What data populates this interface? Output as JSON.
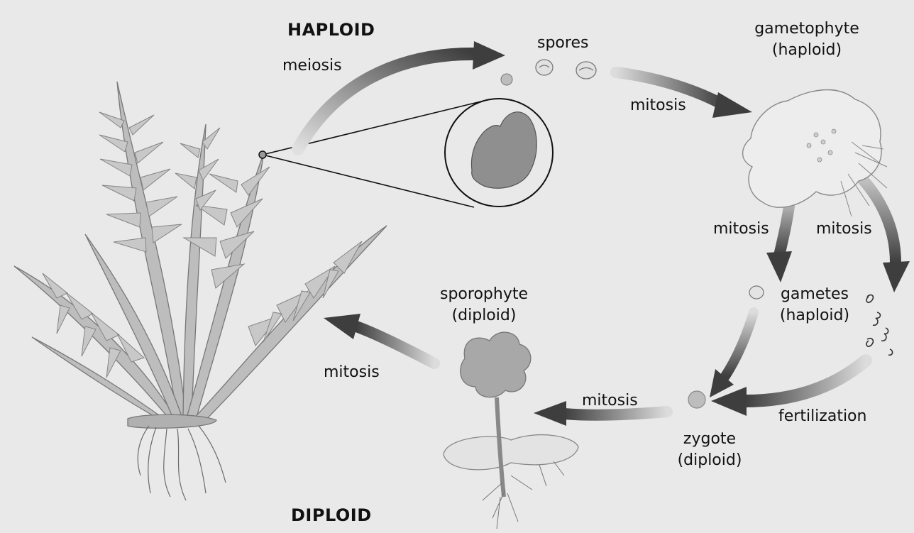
{
  "phases": {
    "haploid": "HAPLOID",
    "diploid": "DIPLOID"
  },
  "stages": {
    "spores": "spores",
    "gametophyte": {
      "name": "gametophyte",
      "ploidy": "(haploid)"
    },
    "gametes": {
      "name": "gametes",
      "ploidy": "(haploid)"
    },
    "zygote": {
      "name": "zygote",
      "ploidy": "(diploid)"
    },
    "sporophyte": {
      "name": "sporophyte",
      "ploidy": "(diploid)"
    }
  },
  "processes": {
    "meiosis": "meiosis",
    "mitosis_spores": "mitosis",
    "mitosis_egg": "mitosis",
    "mitosis_sperm": "mitosis",
    "fertilization": "fertilization",
    "mitosis_zygote": "mitosis",
    "mitosis_sporophyte": "mitosis"
  },
  "colors": {
    "background": "#e9e9e9",
    "arrow_dark": "#4a4a4a",
    "arrow_light": "#d8d8d8",
    "plant_fill": "#b9b9b9",
    "plant_stroke": "#7a7a7a",
    "text": "#111111"
  }
}
